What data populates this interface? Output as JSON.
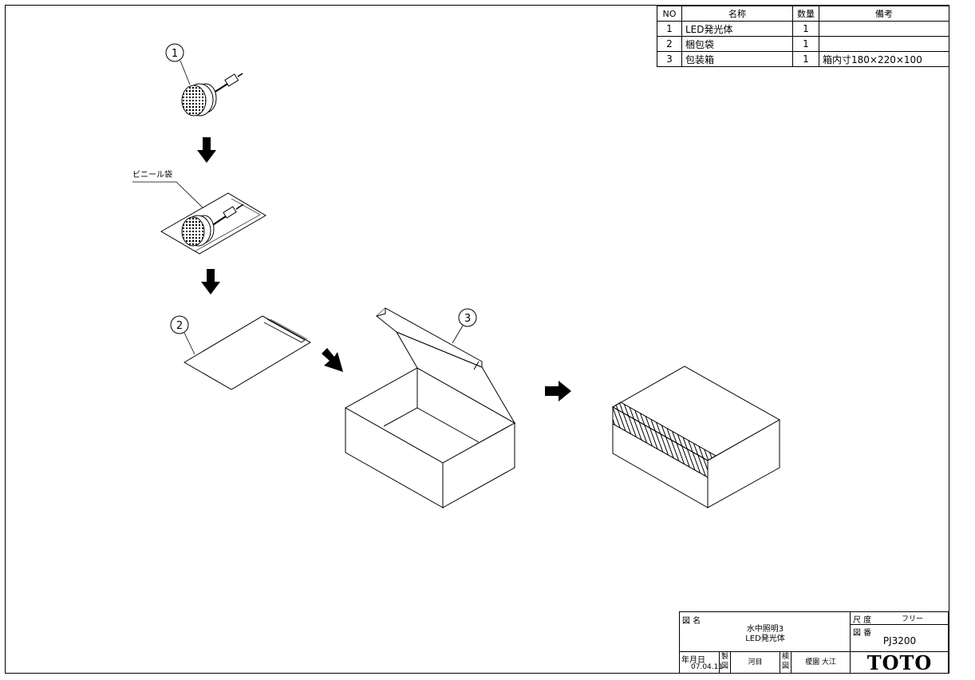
{
  "parts_table": {
    "headers": {
      "no": "NO",
      "name": "名称",
      "qty": "数量",
      "remarks": "備考"
    },
    "rows": [
      {
        "no": "1",
        "name": "LED発光体",
        "qty": "1",
        "remarks": ""
      },
      {
        "no": "2",
        "name": "梱包袋",
        "qty": "1",
        "remarks": ""
      },
      {
        "no": "3",
        "name": "包装箱",
        "qty": "1",
        "remarks": "箱内寸180×220×100"
      }
    ]
  },
  "callouts": {
    "one": "1",
    "two": "2",
    "three": "3"
  },
  "labels": {
    "vinyl_bag": "ビニール袋"
  },
  "title_block": {
    "drawing_name_label": "図 名",
    "drawing_name_line1": "水中照明3",
    "drawing_name_line2": "LED発光体",
    "scale_label": "尺 度",
    "scale_value": "フリー",
    "drawing_number_label": "図 番",
    "drawing_number": "PJ3200",
    "date_label": "年月日",
    "date": "07.04.11",
    "drawn_label": "製図",
    "drawn_by": "河目",
    "checked_label": "検図",
    "checked_by": "榎園 大江",
    "logo": "TOTO"
  }
}
